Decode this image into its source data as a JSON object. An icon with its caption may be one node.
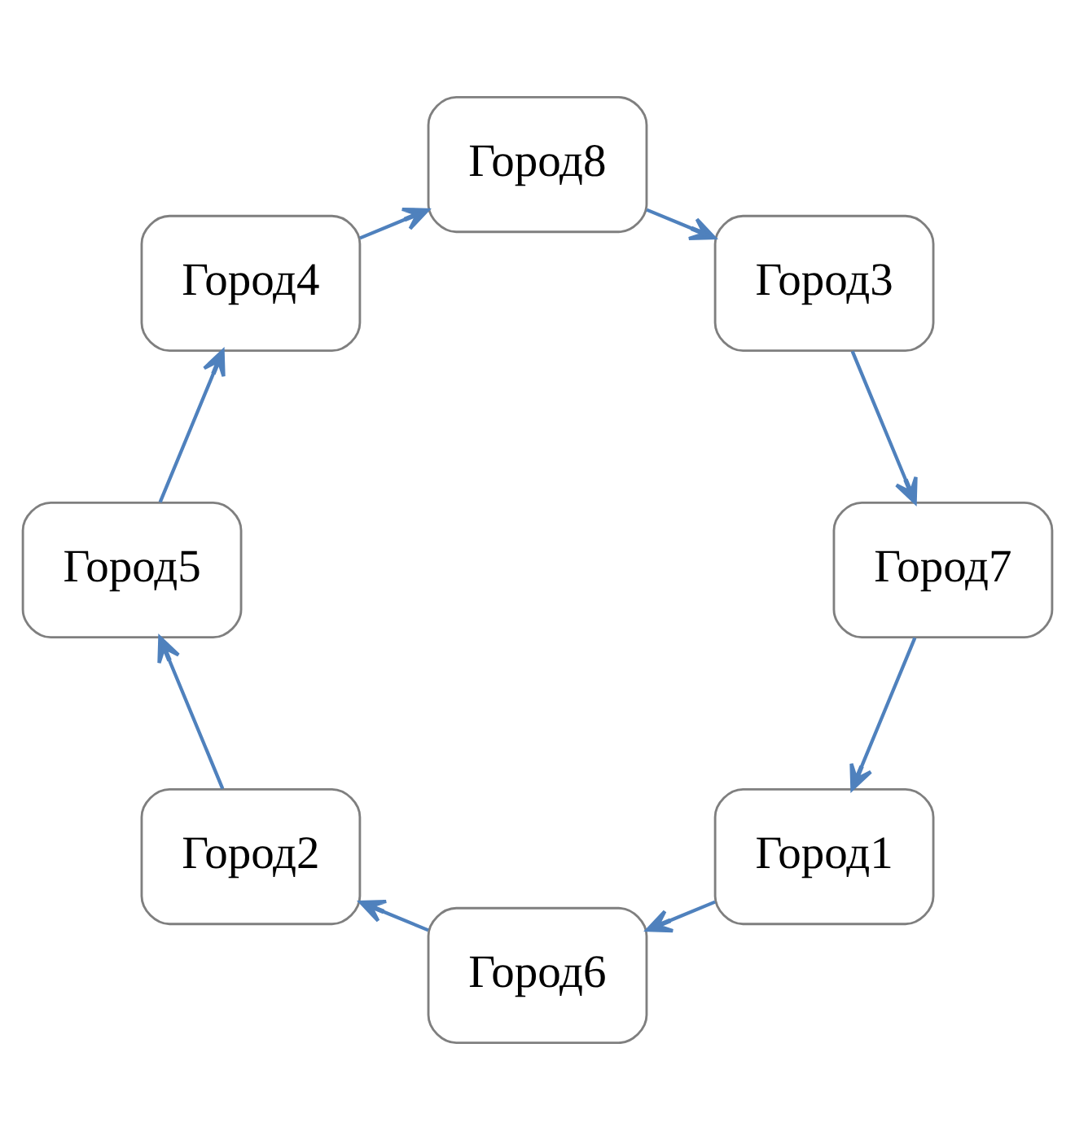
{
  "diagram": {
    "nodes": [
      {
        "text": [
          "Город1"
        ]
      },
      {
        "text": [
          "Город7"
        ]
      },
      {
        "text": [
          "Город6"
        ]
      },
      {
        "text": [
          "Город3"
        ]
      },
      {
        "text": [
          "Город2"
        ]
      },
      {
        "text": [
          "Город8"
        ]
      },
      {
        "text": [
          "Город5"
        ]
      },
      {
        "text": [
          "Город4"
        ]
      }
    ],
    "edges": [
      {
        "from": 0,
        "to": 2,
        "arrow": "to"
      },
      {
        "from": 2,
        "to": 4,
        "arrow": "to"
      },
      {
        "from": 4,
        "to": 6,
        "arrow": "to"
      },
      {
        "from": 6,
        "to": 7,
        "arrow": "to"
      },
      {
        "from": 7,
        "to": 5,
        "arrow": "to"
      },
      {
        "from": 5,
        "to": 3,
        "arrow": "to"
      },
      {
        "from": 3,
        "to": 1,
        "arrow": "to"
      },
      {
        "from": 1,
        "to": 0,
        "arrow": "to"
      }
    ]
  }
}
